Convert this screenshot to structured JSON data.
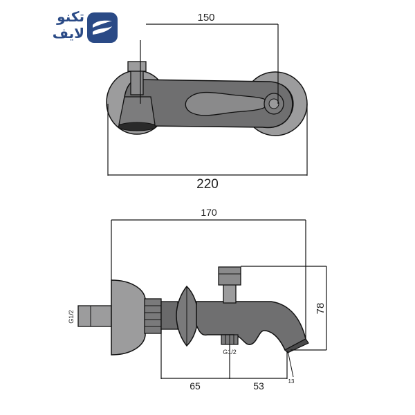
{
  "brand": {
    "name_line1": "تكنو",
    "name_line2": "لايف",
    "colors": {
      "primary": "#2a4a86",
      "accent": "#ffffff"
    },
    "icon": "wave-logo-icon"
  },
  "top_view": {
    "dim_overall": "220",
    "dim_centers": "150"
  },
  "side_view": {
    "dim_length": "170",
    "dim_height": "78",
    "dim_left_offset": "65",
    "dim_right_offset": "53",
    "thread_inlet": "G1/2",
    "thread_outlet": "G1/2",
    "dim_small": "13"
  },
  "colors": {
    "body": "#6f6f70",
    "body_dark": "#4a4a4b",
    "flange": "#9c9c9d",
    "line": "#111111"
  }
}
